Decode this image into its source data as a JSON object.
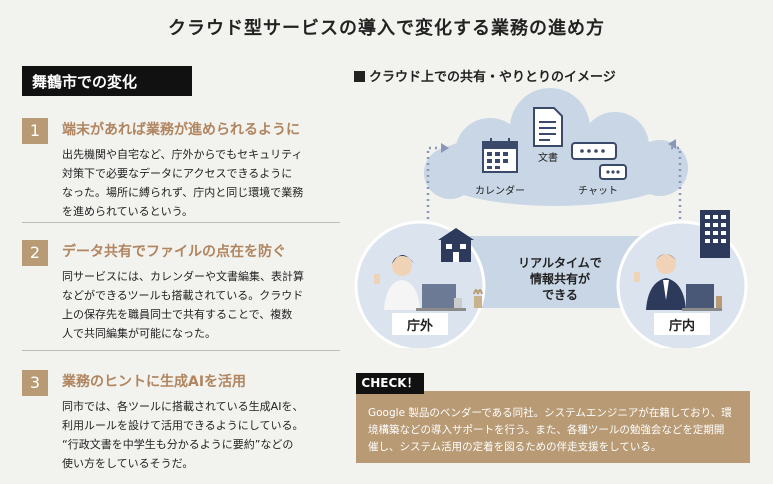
{
  "page_title": "クラウド型サービスの導入で変化する業務の進め方",
  "section_heading": "舞鶴市での変化",
  "items": [
    {
      "num": "1",
      "title": "端末があれば業務が進められるように",
      "lines": [
        "出先機関や自宅など、庁外からでもセキュリティ",
        "対策下で必要なデータにアクセスできるように",
        "なった。場所に縛られず、庁内と同じ環境で業務",
        "を進められているという。"
      ]
    },
    {
      "num": "2",
      "title": "データ共有でファイルの点在を防ぐ",
      "lines": [
        "同サービスには、カレンダーや文書編集、表計算",
        "などができるツールも搭載されている。クラウド",
        "上の保存先を職員同士で共有することで、複数",
        "人で共同編集が可能になった。"
      ]
    },
    {
      "num": "3",
      "title": "業務のヒントに生成AIを活用",
      "lines": [
        "同市では、各ツールに搭載されている生成AIを、",
        "利用ルールを設けて活用できるようにしている。",
        "“行政文書を中学生も分かるように要約”などの",
        "使い方をしているそうだ。"
      ]
    }
  ],
  "diagram": {
    "title": "クラウド上での共有・やりとりのイメージ",
    "cloud_items": [
      "カレンダー",
      "文書",
      "チャット"
    ],
    "center_text": [
      "リアルタイムで",
      "情報共有が",
      "できる"
    ],
    "left_label": "庁外",
    "right_label": "庁内"
  },
  "check": {
    "tag": "CHECK！",
    "lines": [
      "Google 製品のベンダーである同社。システムエンジニアが在籍しており、環",
      "境構築などの導入サポートを行う。また、各種ツールの勉強会などを定期開",
      "催し、システム活用の定着を図るための伴走支援をしている。"
    ]
  },
  "colors": {
    "accent": "#b89a74",
    "title_accent": "#b08560",
    "cloud": "#c8d6e6",
    "circle": "#dbe4ee",
    "dark": "#111111"
  }
}
